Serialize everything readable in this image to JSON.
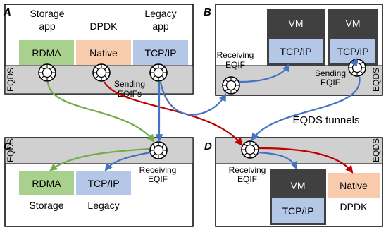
{
  "panels": {
    "a": {
      "label": "A",
      "eqds": "EQDS",
      "apps": [
        {
          "title": [
            "Storage",
            "app"
          ],
          "box": "RDMA"
        },
        {
          "title": [
            "DPDK"
          ],
          "box": "Native"
        },
        {
          "title": [
            "Legacy",
            "app"
          ],
          "box": "TCP/IP"
        }
      ],
      "sending": [
        "Sending",
        "EQIFs"
      ]
    },
    "b": {
      "label": "B",
      "eqds": "EQDS",
      "vm1": {
        "title": "VM",
        "box": "TCP/IP"
      },
      "vm2": {
        "title": "VM",
        "box": "TCP/IP"
      },
      "receiving": [
        "Receiving",
        "EQIF"
      ],
      "sending": [
        "Sending",
        "EQIF"
      ]
    },
    "c": {
      "label": "C",
      "eqds": "EQDS",
      "receiving": [
        "Receiving",
        "EQIF"
      ],
      "boxes": [
        {
          "box": "RDMA",
          "caption": "Storage"
        },
        {
          "box": "TCP/IP",
          "caption": "Legacy"
        }
      ]
    },
    "d": {
      "label": "D",
      "eqds": "EQDS",
      "receiving": [
        "Receiving",
        "EQIF"
      ],
      "vm": {
        "title": "VM",
        "box": "TCP/IP"
      },
      "native": {
        "box": "Native",
        "caption": "DPDK"
      }
    }
  },
  "tunnels_label": "EQDS tunnels",
  "colors": {
    "rdma_green": "#a9d18e",
    "native_orange": "#f8cbad",
    "tcp_blue": "#b4c7e7",
    "vm_dark": "#404040",
    "eqds_gray": "#d0d0d0",
    "arrow_green": "#70ad47",
    "arrow_red": "#c00000",
    "arrow_blue": "#4472c4"
  }
}
